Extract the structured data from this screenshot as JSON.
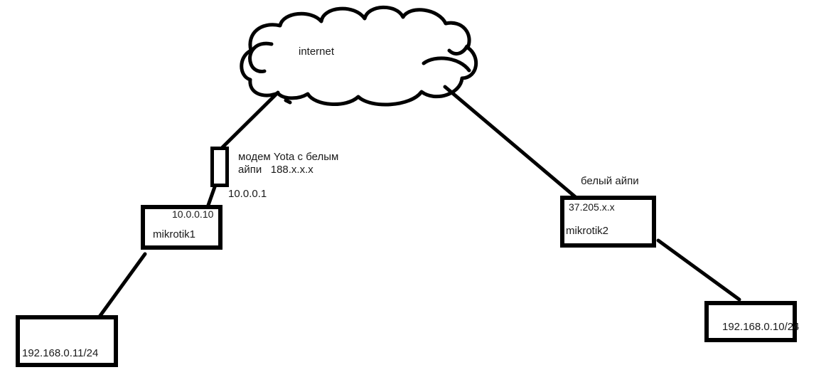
{
  "diagram": {
    "internet": {
      "label": "internet"
    },
    "modem": {
      "description_line1": "модем Yota с белым",
      "description_line2": "айпи   188.x.x.x",
      "lan_ip": "10.0.0.1"
    },
    "mikrotik1": {
      "name": "mikrotik1",
      "wan_ip": "10.0.0.10"
    },
    "lan1": {
      "network": "192.168.0.11/24"
    },
    "mikrotik2": {
      "name": "mikrotik2",
      "wan_ip": "37.205.x.x",
      "note": "белый айпи"
    },
    "lan2": {
      "network": "192.168.0.10/24"
    },
    "colors": {
      "ink": "#000000",
      "background": "#ffffff"
    }
  }
}
